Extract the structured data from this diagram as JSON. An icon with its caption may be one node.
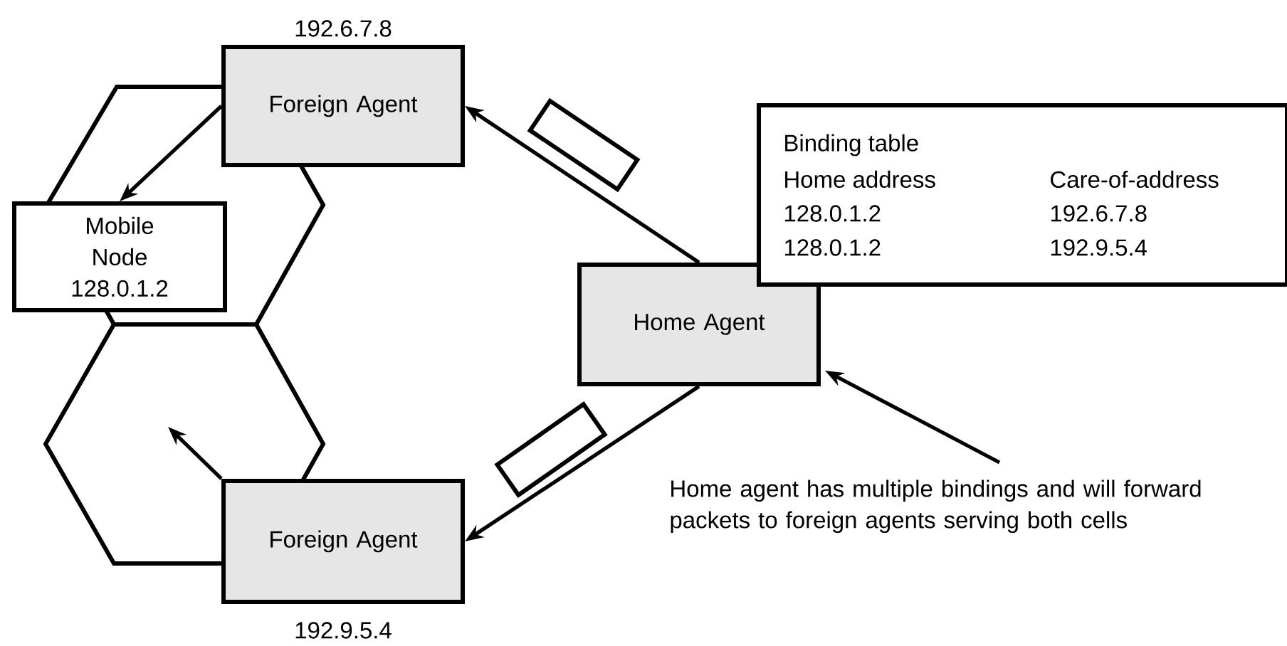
{
  "diagram": {
    "nodes": [
      {
        "text": [
          "Foreign Agent"
        ],
        "beside": [
          "192.6.7.8"
        ]
      },
      {
        "text": [
          "Mobile Node",
          "128.0.1.2"
        ]
      },
      {
        "text": [
          "Home Agent"
        ]
      },
      {
        "text": [
          "Binding table",
          "Home address",
          "Care-of-address",
          "128.0.1.2",
          "192.6.7.8",
          "128.0.1.2",
          "192.9.5.4"
        ]
      },
      {
        "text": [
          "Foreign Agent"
        ],
        "beside": [
          "192.9.5.4"
        ]
      },
      {
        "text": [
          "Home agent has multiple bindings and will forward packets to foreign agents serving both cells"
        ]
      }
    ],
    "edges": [
      {
        "from": 2,
        "to": 0,
        "arrow": "to"
      },
      {
        "from": 0,
        "to": 1,
        "arrow": "to"
      },
      {
        "from": 2,
        "to": 4,
        "arrow": "to"
      },
      {
        "from": 4,
        "to": null,
        "arrow": "to"
      },
      {
        "from": 5,
        "to": 2,
        "arrow": "to"
      }
    ]
  }
}
